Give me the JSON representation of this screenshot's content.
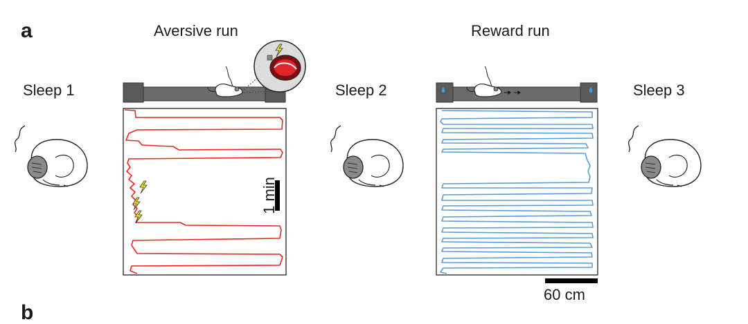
{
  "figure": {
    "panel_letter": "a",
    "next_panel_letter": "b",
    "aversive_title": "Aversive run",
    "reward_title": "Reward run",
    "sleep1": "Sleep 1",
    "sleep2": "Sleep 2",
    "sleep3": "Sleep 3",
    "time_scale_label": "1 min",
    "distance_scale_label": "60 cm"
  },
  "colors": {
    "aversive_trace": "#e8261f",
    "reward_trace": "#5b9bd5",
    "track": "#6b6b6b",
    "track_end": "#5a5a5a",
    "shock": "#f2e51b",
    "water": "#3aa0e0",
    "scale_bar": "#000000"
  },
  "icons": [
    "sleeping-mouse-icon",
    "running-mouse-icon",
    "lightning-bolt-icon",
    "magnified-mouse-shock-icon",
    "water-drop-icon",
    "direction-arrows-icon"
  ]
}
